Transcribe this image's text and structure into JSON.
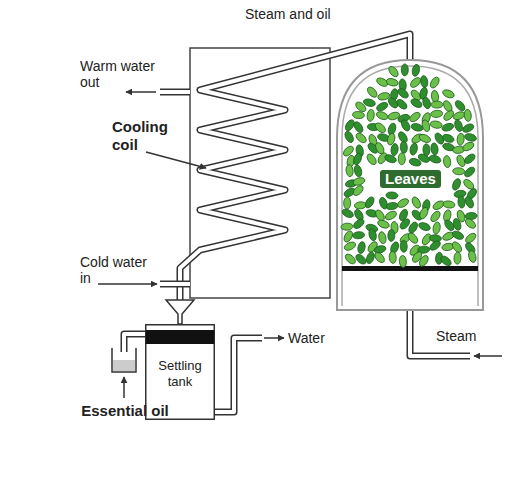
{
  "diagram": {
    "nodes": [
      {
        "text": [
          "Leaves"
        ]
      },
      {
        "text": [
          "Settling tank"
        ]
      }
    ],
    "labels": [
      "Steam and oil",
      "Warm water out",
      "Cooling coil",
      "Cold water in",
      "Water",
      "Steam",
      "Essential oil"
    ]
  }
}
